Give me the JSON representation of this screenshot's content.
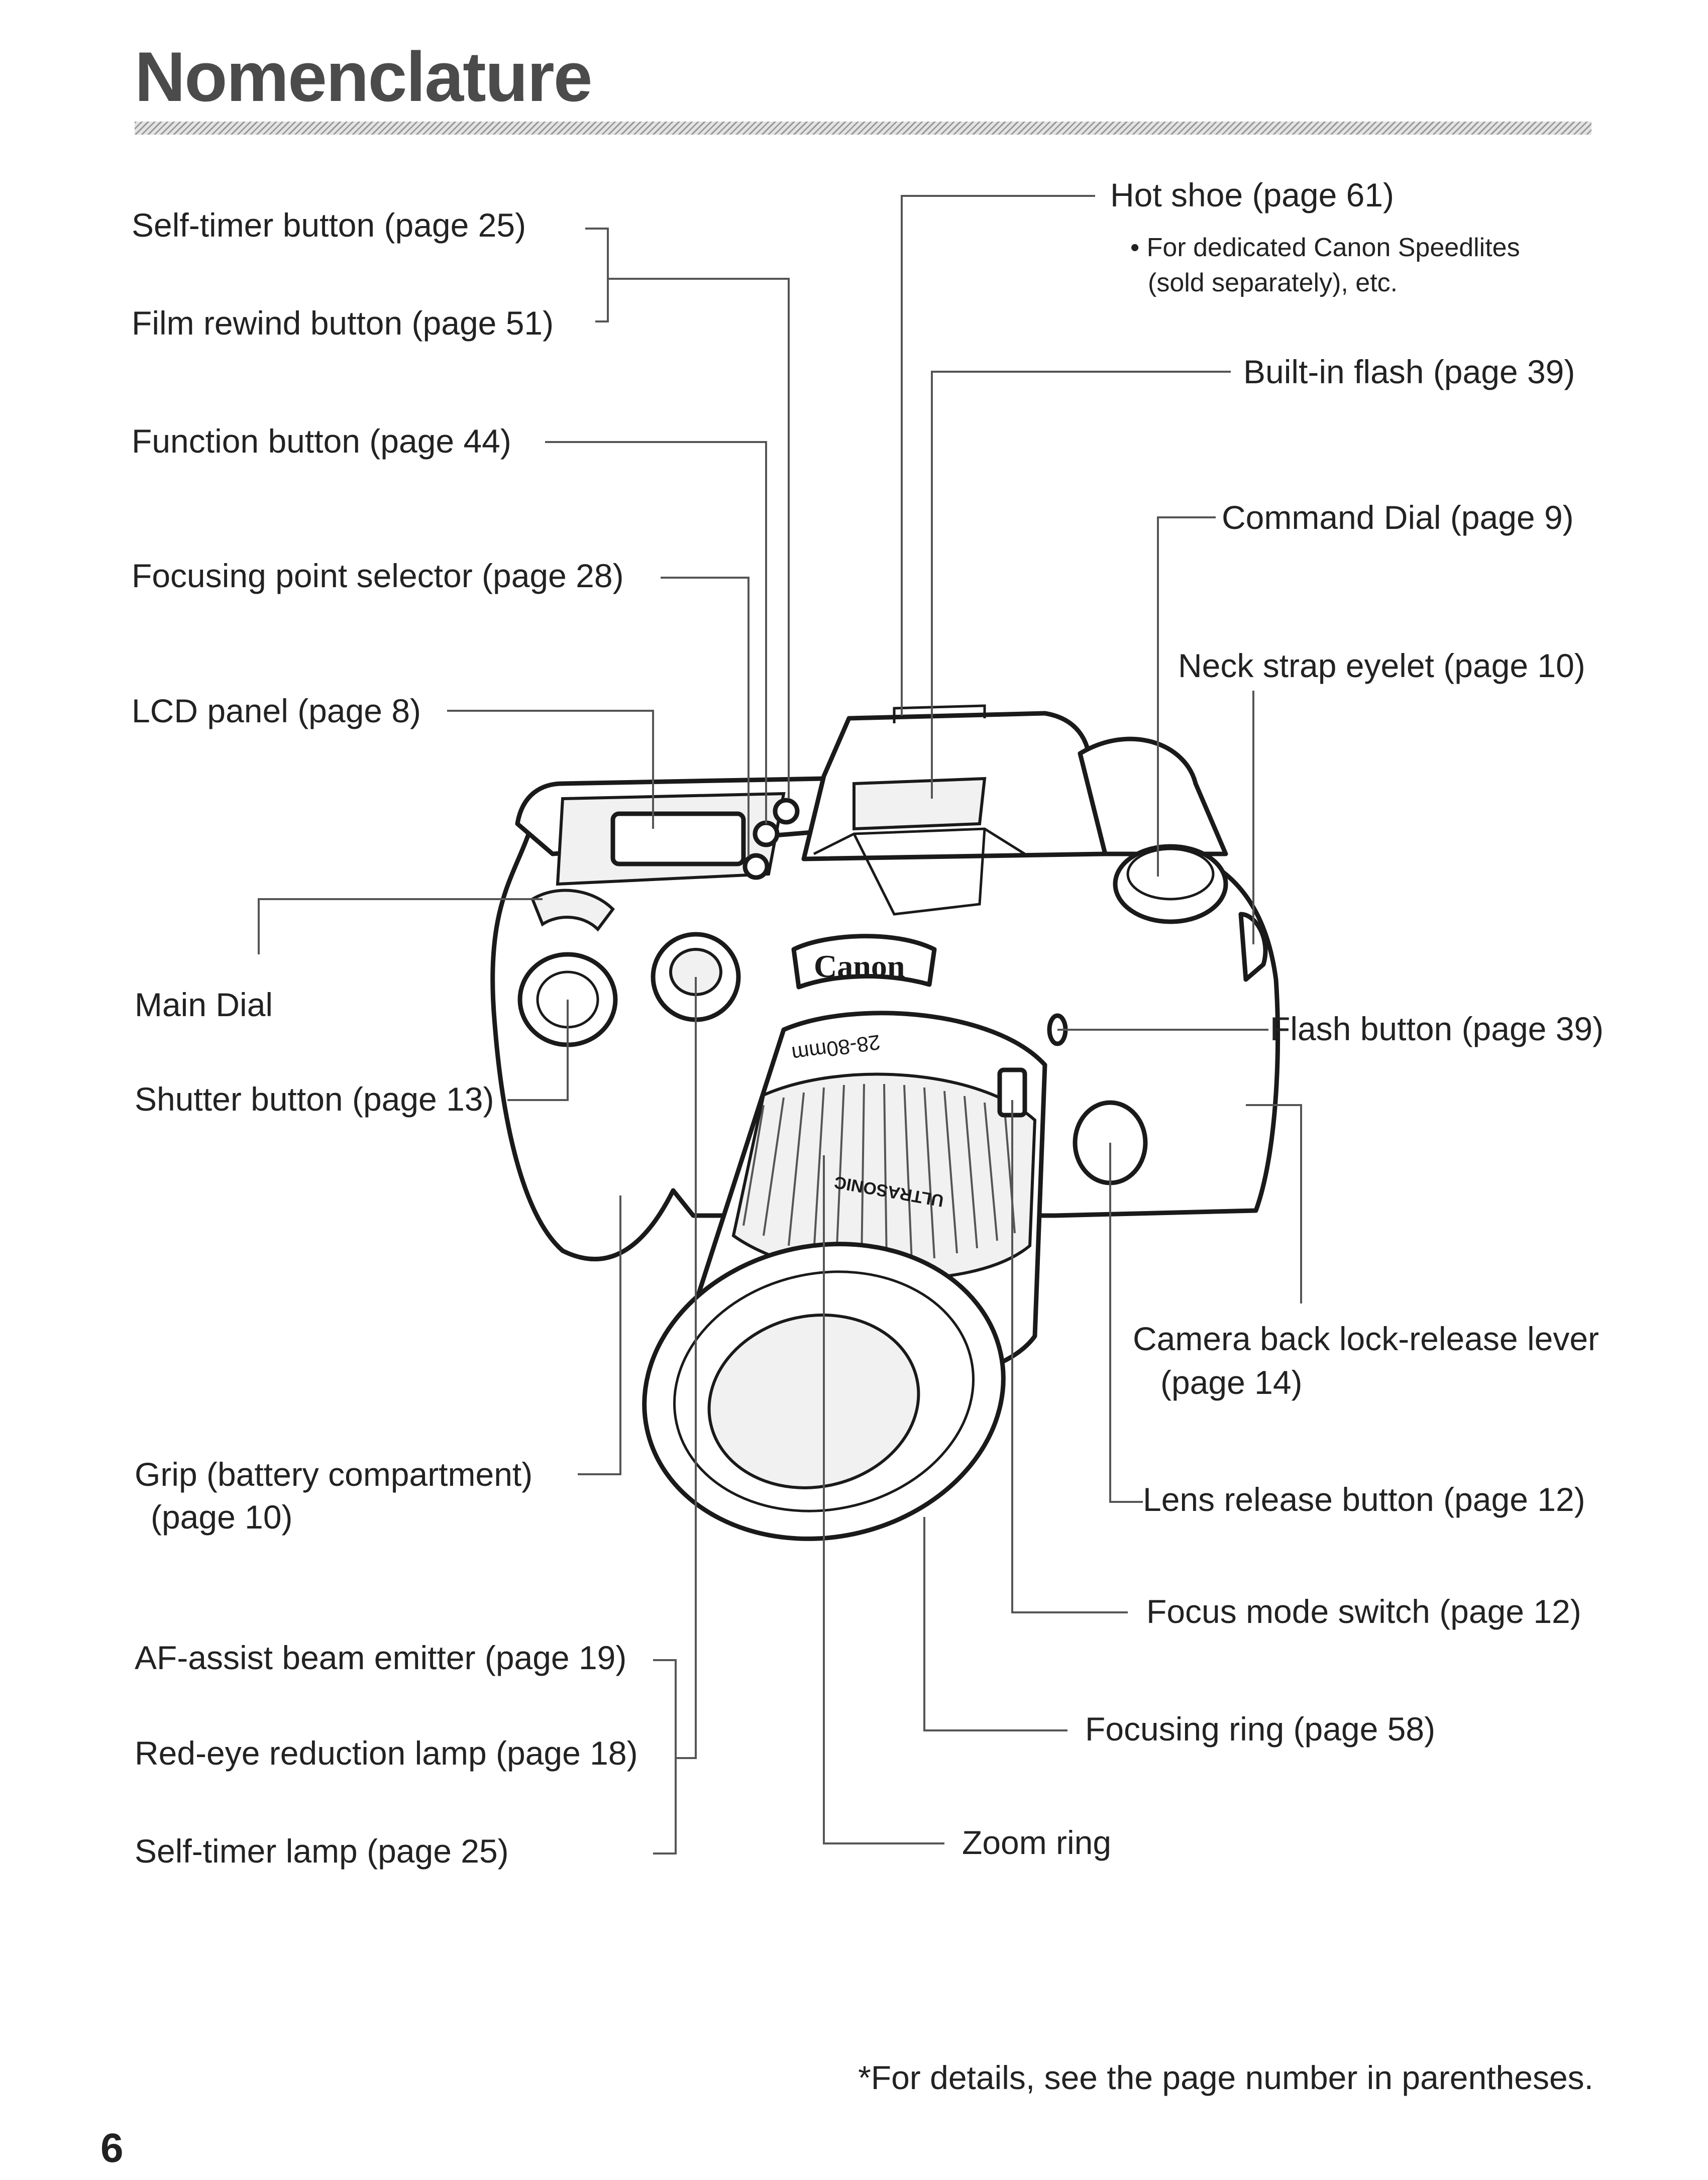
{
  "page": {
    "title": "Nomenclature",
    "footnote": "*For details, see the page number in parentheses.",
    "page_number": "6"
  },
  "labels_left": {
    "self_timer_button": "Self-timer button (page 25)",
    "film_rewind_button": "Film rewind button (page 51)",
    "function_button": "Function button (page 44)",
    "focusing_point_selector": "Focusing point selector (page 28)",
    "lcd_panel": "LCD panel (page 8)",
    "main_dial": "Main Dial",
    "shutter_button": "Shutter button (page 13)",
    "grip_line1": "Grip (battery compartment)",
    "grip_line2": "(page 10)",
    "af_assist": "AF-assist beam emitter (page 19)",
    "red_eye": "Red-eye reduction lamp (page 18)",
    "self_timer_lamp": "Self-timer lamp (page 25)"
  },
  "labels_right": {
    "hot_shoe": "Hot shoe (page 61)",
    "hot_shoe_note_line1": "• For dedicated Canon Speedlites",
    "hot_shoe_note_line2": "(sold separately), etc.",
    "built_in_flash": "Built-in flash (page 39)",
    "command_dial": "Command Dial (page 9)",
    "neck_strap": "Neck strap eyelet (page 10)",
    "flash_button": "Flash button (page 39)",
    "back_lock_line1": "Camera back lock-release lever",
    "back_lock_line2": "(page 14)",
    "lens_release": "Lens release button (page 12)",
    "focus_mode": "Focus mode switch (page 12)",
    "focusing_ring": "Focusing ring (page 58)",
    "zoom_ring": "Zoom ring"
  },
  "camera": {
    "brand": "Canon",
    "lens_marking": "28-80mm",
    "lens_text": "ULTRASONIC"
  }
}
